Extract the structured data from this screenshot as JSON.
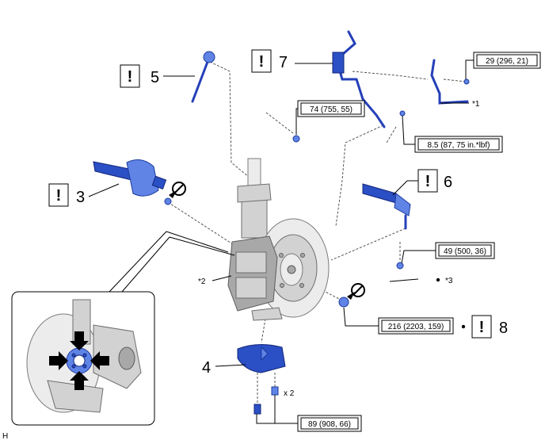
{
  "torques": {
    "t1": "29 (296, 21)",
    "t2": "74 (755, 55)",
    "t3": "8.5 (87, 75 in.*lbf)",
    "t4": "49 (500, 36)",
    "t5": "216 (2203, 159)",
    "t6": "89 (908, 66)"
  },
  "callouts": {
    "n3": "3",
    "n4": "4",
    "n5": "5",
    "n6": "6",
    "n7": "7",
    "n8": "8"
  },
  "caution_mark": "!",
  "notes": {
    "star1": "*1",
    "star2": "*2",
    "star3": "*3",
    "qty": "x 2",
    "corner": "H"
  },
  "icons": {
    "caution": "exclamation-box-icon",
    "no_reuse": "do-not-reuse-icon",
    "bullet": "black-dot-icon",
    "press_arrows": "press-direction-arrows-icon"
  },
  "colors": {
    "part_blue": "#2b4fc4",
    "part_blue_light": "#5f84e6",
    "part_grey": "#d2d2d2"
  }
}
